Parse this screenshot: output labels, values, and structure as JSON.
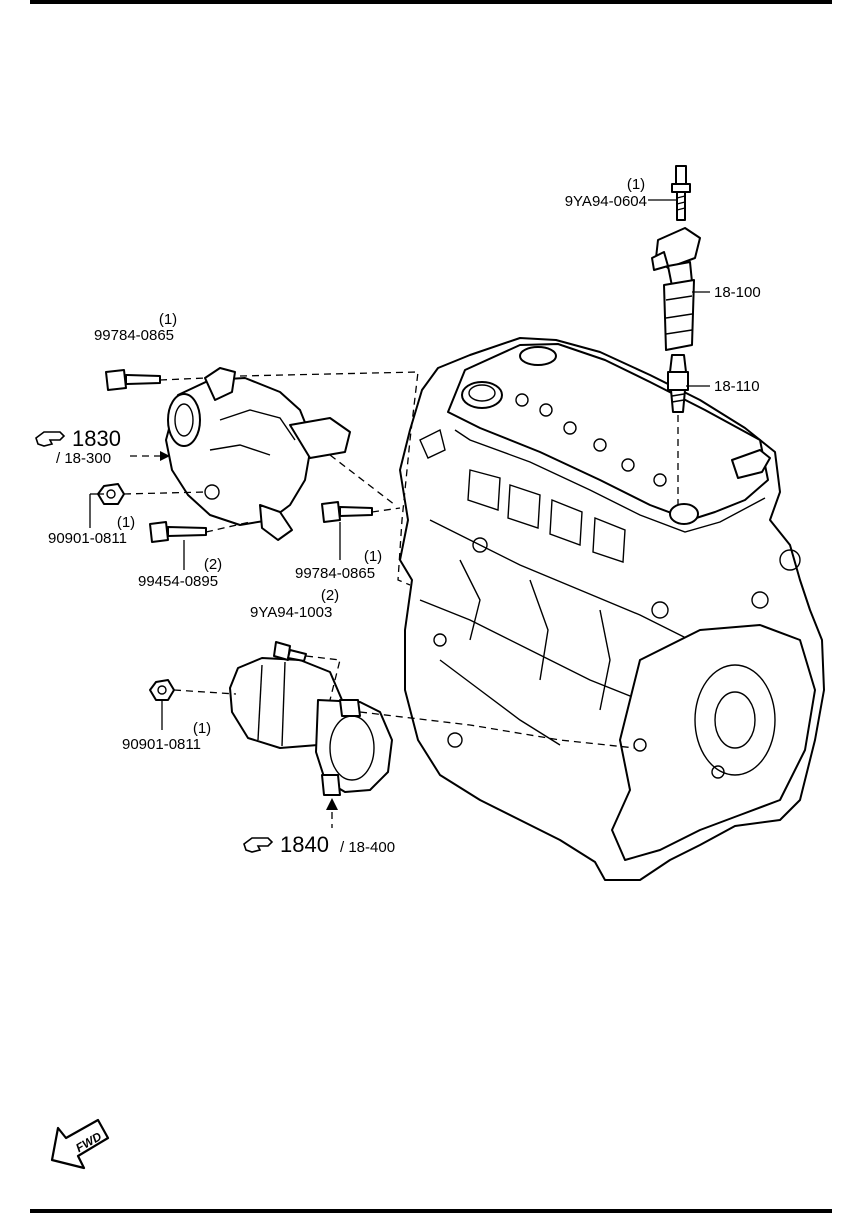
{
  "callouts": {
    "bolt_top": {
      "qty": "(1)",
      "part": "9YA94-0604"
    },
    "coil": {
      "part": "18-100"
    },
    "plug": {
      "part": "18-110"
    },
    "alt_bolt_top": {
      "qty": "(1)",
      "part": "99784-0865"
    },
    "alternator": {
      "ref": "1830",
      "sub": "/ 18-300"
    },
    "alt_nut": {
      "qty": "(1)",
      "part": "90901-0811"
    },
    "alt_bolt_low": {
      "qty": "(2)",
      "part": "99454-0895"
    },
    "alt_bolt_right": {
      "qty": "(1)",
      "part": "99784-0865"
    },
    "starter_bolt": {
      "qty": "(2)",
      "part": "9YA94-1003"
    },
    "starter_nut": {
      "qty": "(1)",
      "part": "90901-0811"
    },
    "starter": {
      "ref": "1840",
      "sub": "/ 18-400"
    }
  },
  "fwd_arrow": {
    "label": "FWD"
  },
  "icons": {
    "reference": "pointing-hand-icon"
  }
}
